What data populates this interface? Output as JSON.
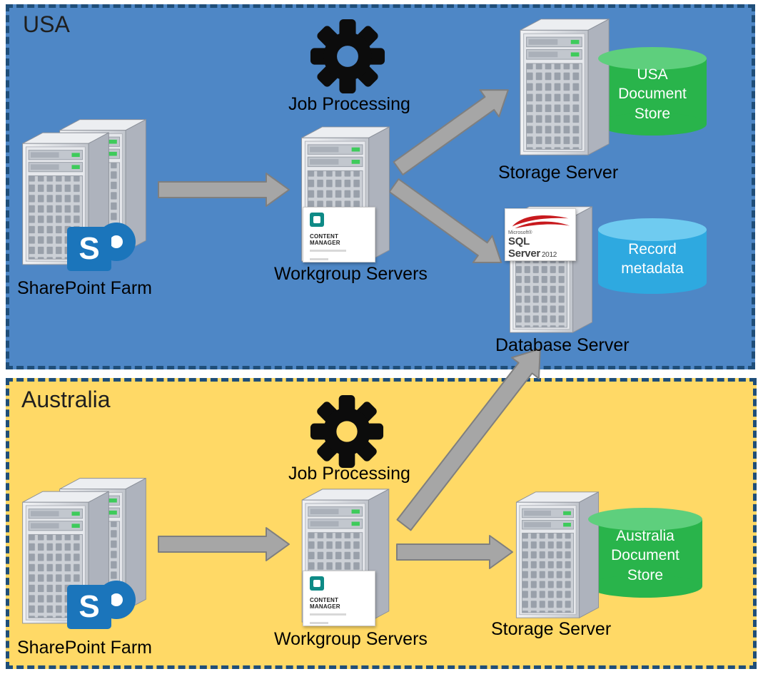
{
  "regions": {
    "usa": {
      "label": "USA",
      "fill_color": "#4E87C6",
      "border_color": "#1F4E79",
      "nodes": {
        "sharepoint_farm": "SharePoint Farm",
        "job_processing": "Job Processing",
        "workgroup_servers": "Workgroup Servers",
        "storage_server": "Storage Server",
        "database_server": "Database Server"
      },
      "document_store": {
        "lines": [
          "USA",
          "Document",
          "Store"
        ],
        "color": "#29B44B"
      },
      "record_metadata": {
        "lines": [
          "Record",
          "metadata"
        ],
        "color": "#2EA9E0"
      }
    },
    "australia": {
      "label": "Australia",
      "fill_color": "#FFD966",
      "border_color": "#1F4E79",
      "nodes": {
        "sharepoint_farm": "SharePoint Farm",
        "job_processing": "Job Processing",
        "workgroup_servers": "Workgroup Servers",
        "storage_server": "Storage Server"
      },
      "document_store": {
        "lines": [
          "Australia",
          "Document",
          "Store"
        ],
        "color": "#29B44B"
      }
    }
  },
  "logos": {
    "sharepoint_letter": "S",
    "content_manager": "CONTENT MANAGER",
    "sql_server": {
      "brand": "Microsoft®",
      "product": "SQL Server",
      "edition": "2012"
    }
  },
  "arrow_color": "#A6A6A6"
}
